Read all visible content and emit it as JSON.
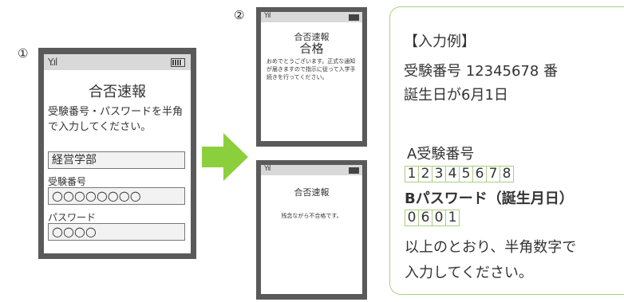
{
  "steps": {
    "one": "①",
    "two": "②"
  },
  "icons": {
    "signal": "signal-icon",
    "battery": "battery-icon",
    "arrow": "right-arrow-icon"
  },
  "colors": {
    "arrow": "#8ccf3c",
    "panel_border": "#a8d080",
    "phone_frame": "#5a5a5a"
  },
  "phone1": {
    "signal": "Y.ıl",
    "title": "合否速報",
    "instructions": "受験番号・パスワードを半角で入力してください。",
    "department": "経営学部",
    "exam_label": "受験番号",
    "exam_value": "○○○○○○○○",
    "password_label": "パスワード",
    "password_value": "○○○○"
  },
  "phone2": {
    "signal": "Yıl",
    "title": "合否速報",
    "result": "合格",
    "message": "おめでとうございます。正式な通知が届きますので指示に従って入学手続きを行ってください。"
  },
  "phone3": {
    "signal": "Yıl",
    "title": "合否速報",
    "message": "残念ながら不合格です。"
  },
  "example": {
    "heading": "【入力例】",
    "line1": "受験番号 12345678 番",
    "line2": "誕生日が6月1日",
    "a_label": "A受験番号",
    "a_digits": [
      "1",
      "2",
      "3",
      "4",
      "5",
      "6",
      "7",
      "8"
    ],
    "b_label": "Bパスワード（誕生月日）",
    "b_digits": [
      "0",
      "6",
      "0",
      "1"
    ],
    "note1": "以上のとおり、半角数字で",
    "note2": "入力してください。"
  }
}
